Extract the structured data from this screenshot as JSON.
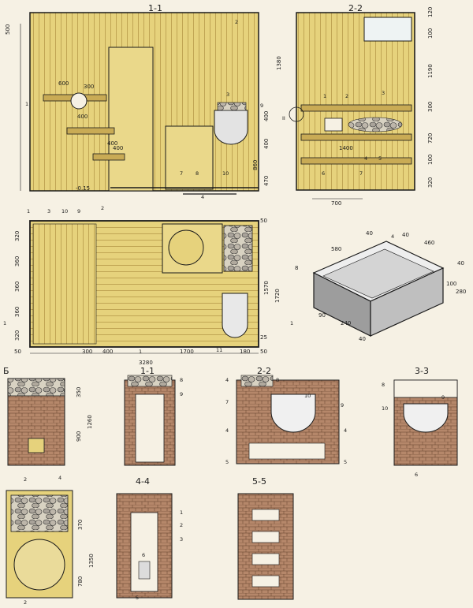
{
  "section_labels": {
    "s1_1": "1-1",
    "s2_2": "2-2",
    "panel_b": "Б",
    "b_1_1": "1-1",
    "b_2_2": "2-2",
    "b_3_3": "3-3",
    "b_4_4": "4-4",
    "b_5_5": "5-5"
  },
  "dimensions_1_1": {
    "d500": "500",
    "d600": "600",
    "d300": "300",
    "d400a": "400",
    "d400b": "400",
    "d400c": "400",
    "d400d": "400",
    "d400e": "400",
    "d470": "470",
    "d860": "860",
    "d015": "-0.15"
  },
  "dimensions_2_2": {
    "d1380": "1380",
    "d120": "120",
    "d100a": "100",
    "d1190": "1190",
    "d300": "300",
    "d720": "720",
    "d100b": "100",
    "d320": "320",
    "d1400": "1400",
    "d700": "700",
    "roman_ii": "II"
  },
  "dimensions_plan": {
    "d320a": "320",
    "d360a": "360",
    "d360b": "360",
    "d360c": "360",
    "d320b": "320",
    "d50a": "50",
    "d50b": "50",
    "d50c": "50",
    "d1570": "1570",
    "d1720": "1720",
    "d25": "25",
    "d300": "300",
    "d400": "400",
    "d1700": "1700",
    "d180": "180",
    "d3280": "3280",
    "cut_2": "2",
    "cut_1a": "1",
    "cut_1b": "1",
    "cut_1c": "1",
    "call_11": "11"
  },
  "dimensions_tank": {
    "d580": "580",
    "d460": "460",
    "d40a": "40",
    "d40b": "40",
    "d40c": "40",
    "d40d": "40",
    "d100": "100",
    "d280": "280",
    "d240": "240",
    "d90": "90",
    "d8": "8",
    "d4": "4"
  },
  "dimensions_stove": {
    "d350": "350",
    "d900": "900",
    "d1260": "1260",
    "d370": "370",
    "d1350": "1350",
    "d780": "780",
    "cut4a": "4",
    "cut4b": "4",
    "cut5a": "5",
    "cut5b": "5",
    "cut2a": "2",
    "cut2b": "2"
  },
  "callouts": {
    "c1": "1",
    "c2": "2",
    "c3": "3",
    "c4": "4",
    "c5": "5",
    "c6": "6",
    "c7": "7",
    "c8": "8",
    "c9": "9",
    "c10": "10",
    "c11": "11"
  },
  "colors": {
    "paper": "#f6f1e4",
    "wood": "#e6d27c",
    "wood_dark": "#c9ab55",
    "brick": "#b5876a",
    "ink": "#1a1a1a",
    "metal": "#8a8a8a"
  }
}
